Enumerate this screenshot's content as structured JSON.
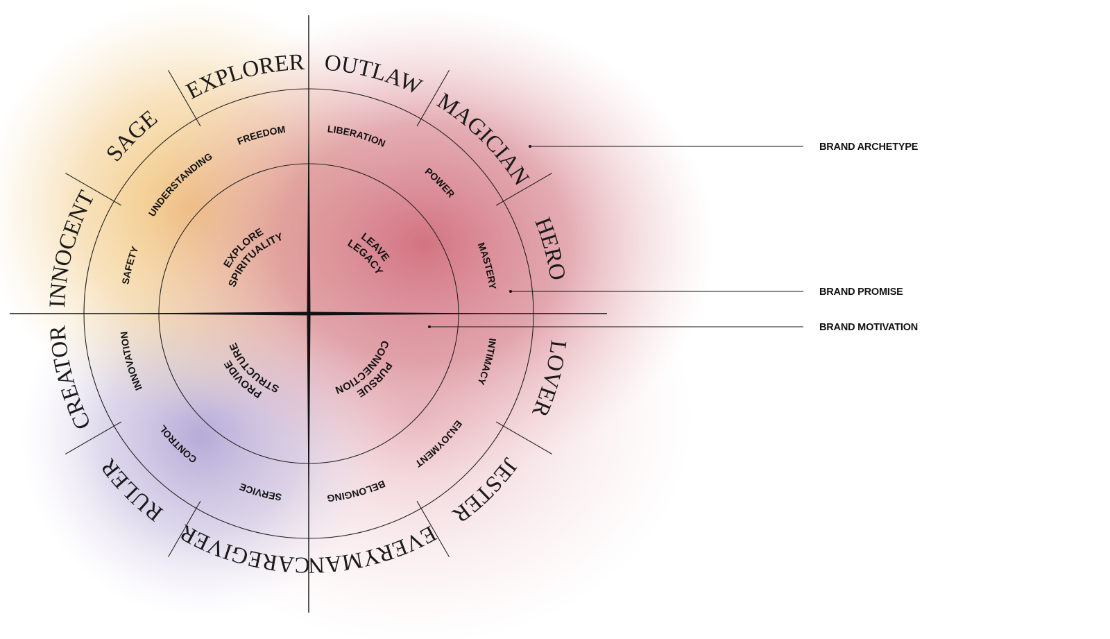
{
  "colors": {
    "explore_quadrant": "#f0c278",
    "legacy_quadrant": "#d26f7e",
    "connection_quadrant": "#e8b4bd",
    "structure_quadrant": "#b4aad6",
    "line": "#111111"
  },
  "archetypes": [
    "OUTLAW",
    "MAGICIAN",
    "HERO",
    "LOVER",
    "JESTER",
    "EVERYMAN",
    "CAREGIVER",
    "RULER",
    "CREATOR",
    "INNOCENT",
    "SAGE",
    "EXPLORER"
  ],
  "promises": [
    "LIBERATION",
    "POWER",
    "MASTERY",
    "INTIMACY",
    "ENJOYMENT",
    "BELONGING",
    "SERVICE",
    "CONTROL",
    "INNOVATION",
    "SAFETY",
    "UNDERSTANDING",
    "FREEDOM"
  ],
  "motivations": [
    {
      "lines": [
        "LEAVE",
        "LEGACY"
      ]
    },
    {
      "lines": [
        "PURSUE",
        "CONNECTION"
      ]
    },
    {
      "lines": [
        "PROVIDE",
        "STRUCTURE"
      ]
    },
    {
      "lines": [
        "EXPLORE",
        "SPIRITUALITY"
      ]
    }
  ],
  "legend": {
    "archetype": "BRAND ARCHETYPE",
    "promise": "BRAND PROMISE",
    "motivation": "BRAND MOTIVATION"
  }
}
